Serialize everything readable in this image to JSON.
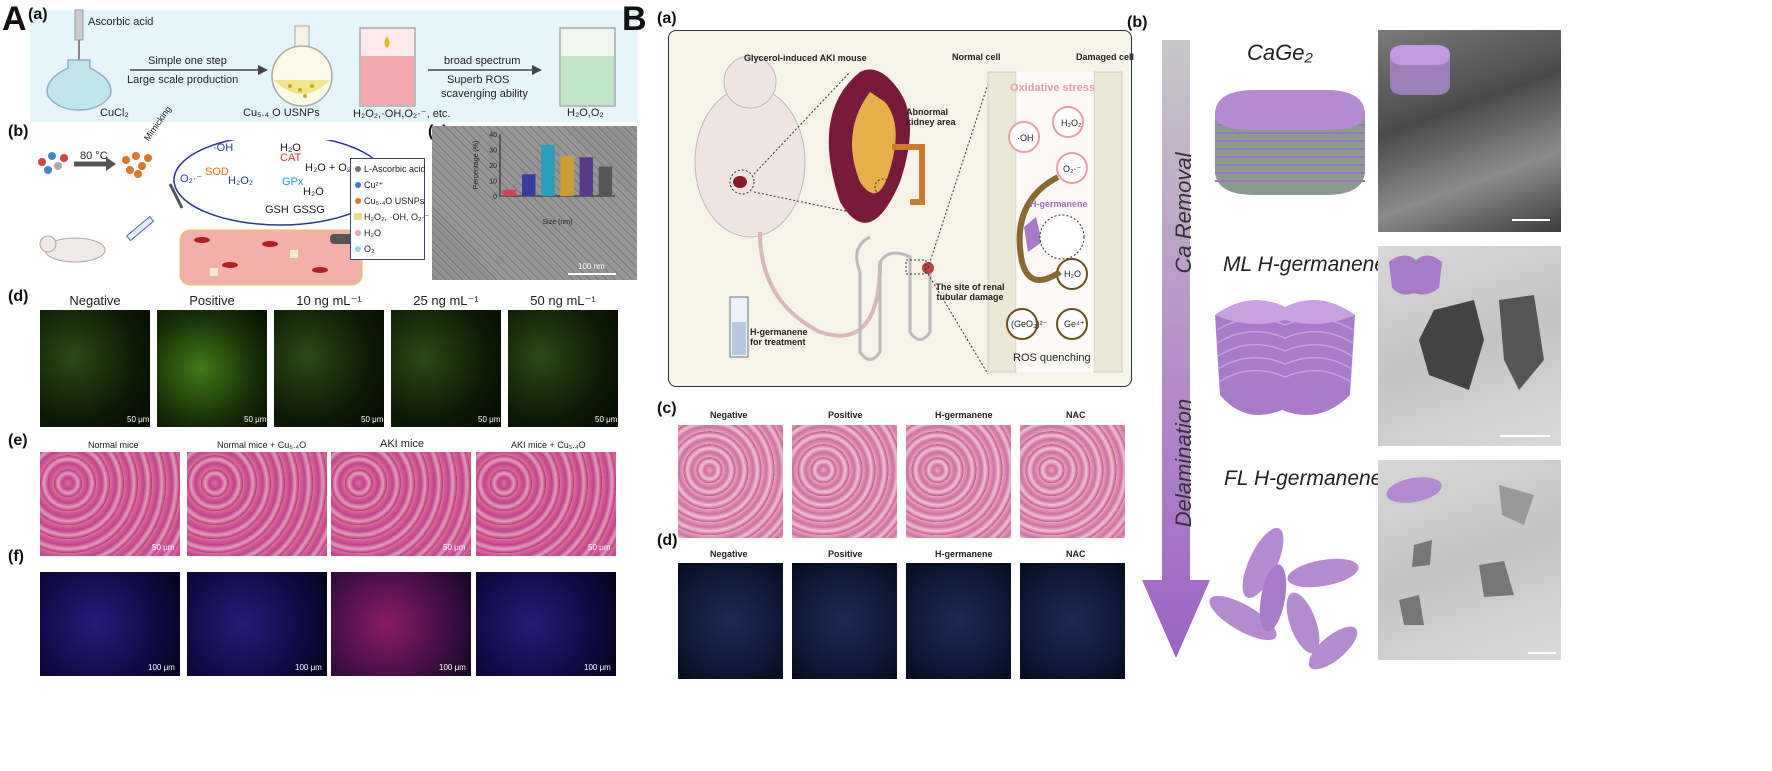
{
  "panelA": {
    "letter": "A",
    "a": {
      "label": "(a)",
      "ascorbic": "Ascorbic acid",
      "cucl2": "CuCl₂",
      "simple_step": "Simple one step",
      "large_scale": "Large scale production",
      "usnps": "Cu₅.₄ O USNPs",
      "ros": "H₂O₂,·OH,O₂·⁻, etc.",
      "broad": "broad spectrum",
      "superb1": "Superb ROS",
      "superb2": "scavenging ability",
      "product": "H₂O,O₂"
    },
    "b": {
      "label": "(b)",
      "temp": "80 °C",
      "mimicking": "Mimicking",
      "oh": "·OH",
      "h2o_1": "H₂O",
      "o2": "O₂·⁻",
      "sod": "SOD",
      "h2o2": "H₂O₂",
      "cat": "CAT",
      "h2o_o2": "H₂O + O₂",
      "gpx": "GPx",
      "h2o_2": "H₂O",
      "gsh": "GSH",
      "gssg": "GSSG",
      "legend": [
        "L-Ascorbic acid",
        "Cu²⁺",
        "Cu₅.₄O USNPs",
        "H₂O₂, ·OH, O₂·⁻",
        "H₂O",
        "O₂"
      ]
    },
    "c": {
      "label": "(c)",
      "ylabel": "Percentage (%)",
      "xlabel": "Size (nm)",
      "scale": "100 nm",
      "yticks": [
        "0",
        "10",
        "20",
        "30",
        "40"
      ]
    },
    "d": {
      "label": "(d)",
      "columns": [
        "Negative",
        "Positive",
        "10 ng mL⁻¹",
        "25 ng mL⁻¹",
        "50 ng mL⁻¹"
      ],
      "scale": "50 μm"
    },
    "e": {
      "label": "(e)",
      "columns": [
        "Normal mice",
        "Normal mice + Cu₅.₄O",
        "AKI mice",
        "AKI mice + Cu₅.₄O"
      ],
      "scale": "50 μm"
    },
    "f": {
      "label": "(f)",
      "scale": "100 μm"
    }
  },
  "panelB": {
    "letter": "B",
    "a": {
      "label": "(a)",
      "mouse": "Glycerol-induced AKI mouse",
      "abnormal": "Abnormal kidney area",
      "normal_cell": "Normal cell",
      "damaged_cell": "Damaged cell",
      "oxidative": "Oxidative stress",
      "oh": "·OH",
      "h2o2": "H₂O₂",
      "o2": "O₂·⁻",
      "hger": "H-germanene",
      "h2o": "H₂O",
      "geo3": "(GeO₃)²⁻",
      "ge4": "Ge⁴⁺",
      "quench": "ROS quenching",
      "site": "The site of renal tubular damage",
      "treat": "H-germanene for treatment"
    },
    "c": {
      "label": "(c)",
      "columns": [
        "Negative",
        "Positive",
        "H-germanene",
        "NAC"
      ]
    },
    "d": {
      "label": "(d)",
      "columns": [
        "Negative",
        "Positive",
        "H-germanene",
        "NAC"
      ]
    },
    "b": {
      "label": "(b)",
      "ca_removal": "Ca Removal",
      "delamination": "Delamination",
      "cage2": "CaGe₂",
      "ml": "ML H-germanene",
      "fl": "FL H-germanene"
    }
  },
  "colors": {
    "purple": "#b48ad0",
    "purple_dark": "#9f6ec2",
    "cat_red": "#e03030",
    "sod_orange": "#e0701a",
    "gpx_blue": "#1a9ad6",
    "oxidative_pink": "#e8a0a8"
  },
  "chart_data": {
    "type": "bar",
    "title": "",
    "xlabel": "Size (nm)",
    "ylabel": "Percentage (%)",
    "ylim": [
      0,
      40
    ],
    "values": [
      4,
      14,
      33,
      26,
      25,
      19
    ],
    "colors": [
      "#d4405a",
      "#3a3aa0",
      "#2aa0b8",
      "#c8a030",
      "#5a3a8a",
      "#555555"
    ]
  }
}
